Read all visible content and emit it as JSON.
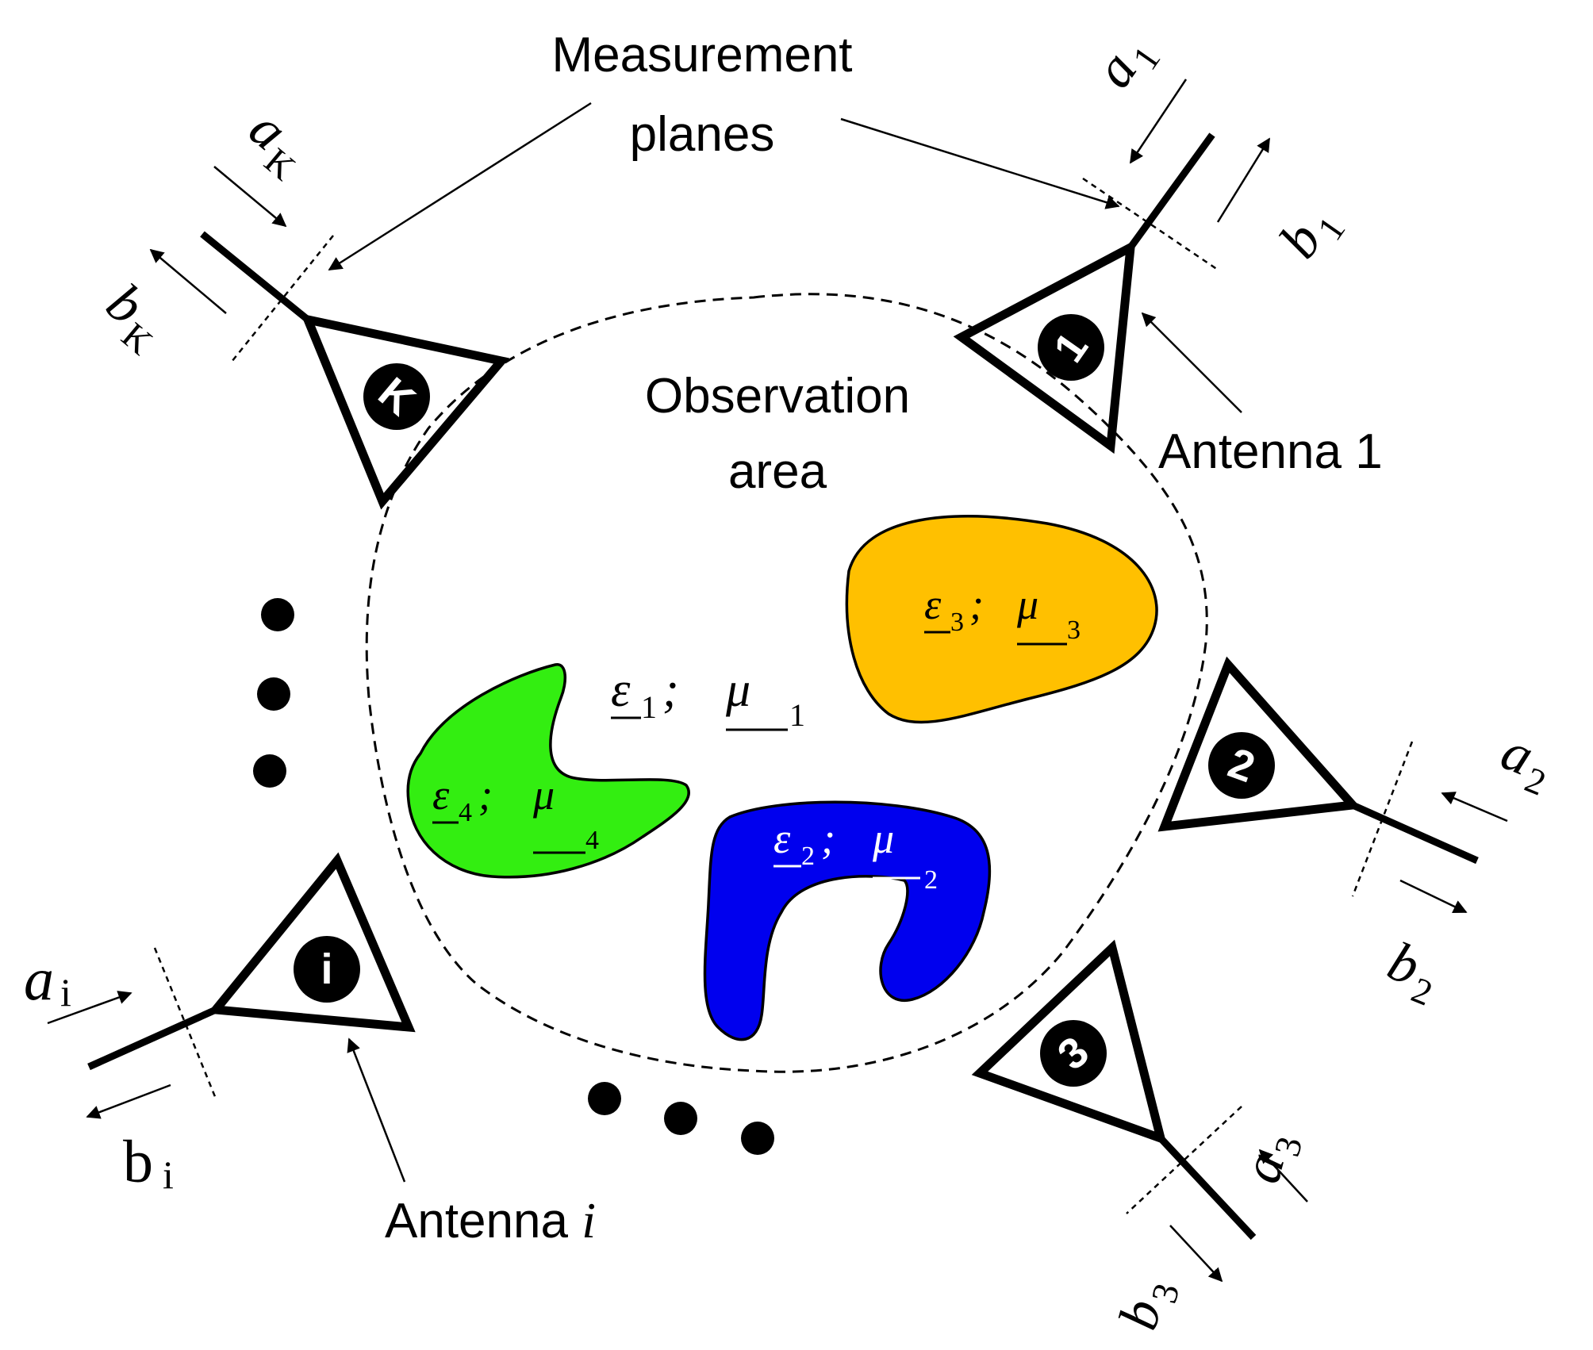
{
  "labels": {
    "measurement_line1": "Measurement",
    "measurement_line2": "planes",
    "observation_line1": "Observation",
    "observation_line2": "area",
    "antenna_1": "Antenna 1",
    "antenna_i_prefix": "Antenna ",
    "antenna_i_italic": "i"
  },
  "antennas": [
    {
      "id": "1",
      "a_base": "a",
      "a_sub": "1",
      "b_base": "b",
      "b_sub": "1"
    },
    {
      "id": "2",
      "a_base": "a",
      "a_sub": "2",
      "b_base": "b",
      "b_sub": "2"
    },
    {
      "id": "3",
      "a_base": "a",
      "a_sub": "3",
      "b_base": "b",
      "b_sub": "3"
    },
    {
      "id": "K",
      "a_base": "a",
      "a_sub": "K",
      "b_base": "b",
      "b_sub": "K"
    },
    {
      "id": "i",
      "a_base": "a",
      "a_sub": "i",
      "b_base": "b",
      "b_sub": "i"
    }
  ],
  "regions": [
    {
      "eps": "ε",
      "eps_sub": "1",
      "sep": "; ",
      "mu": "μ",
      "mu_sub": "1"
    },
    {
      "eps": "ε",
      "eps_sub": "2",
      "sep": "; ",
      "mu": "μ",
      "mu_sub": "2",
      "color": "#0000ee",
      "text_color": "#ffffff"
    },
    {
      "eps": "ε",
      "eps_sub": "3",
      "sep": "; ",
      "mu": "μ",
      "mu_sub": "3",
      "color": "#ffc000",
      "text_color": "#000000"
    },
    {
      "eps": "ε",
      "eps_sub": "4",
      "sep": "; ",
      "mu": "μ",
      "mu_sub": "4",
      "color": "#33ee11",
      "text_color": "#000000"
    }
  ],
  "colors": {
    "ink": "#000000",
    "background": "#ffffff"
  }
}
